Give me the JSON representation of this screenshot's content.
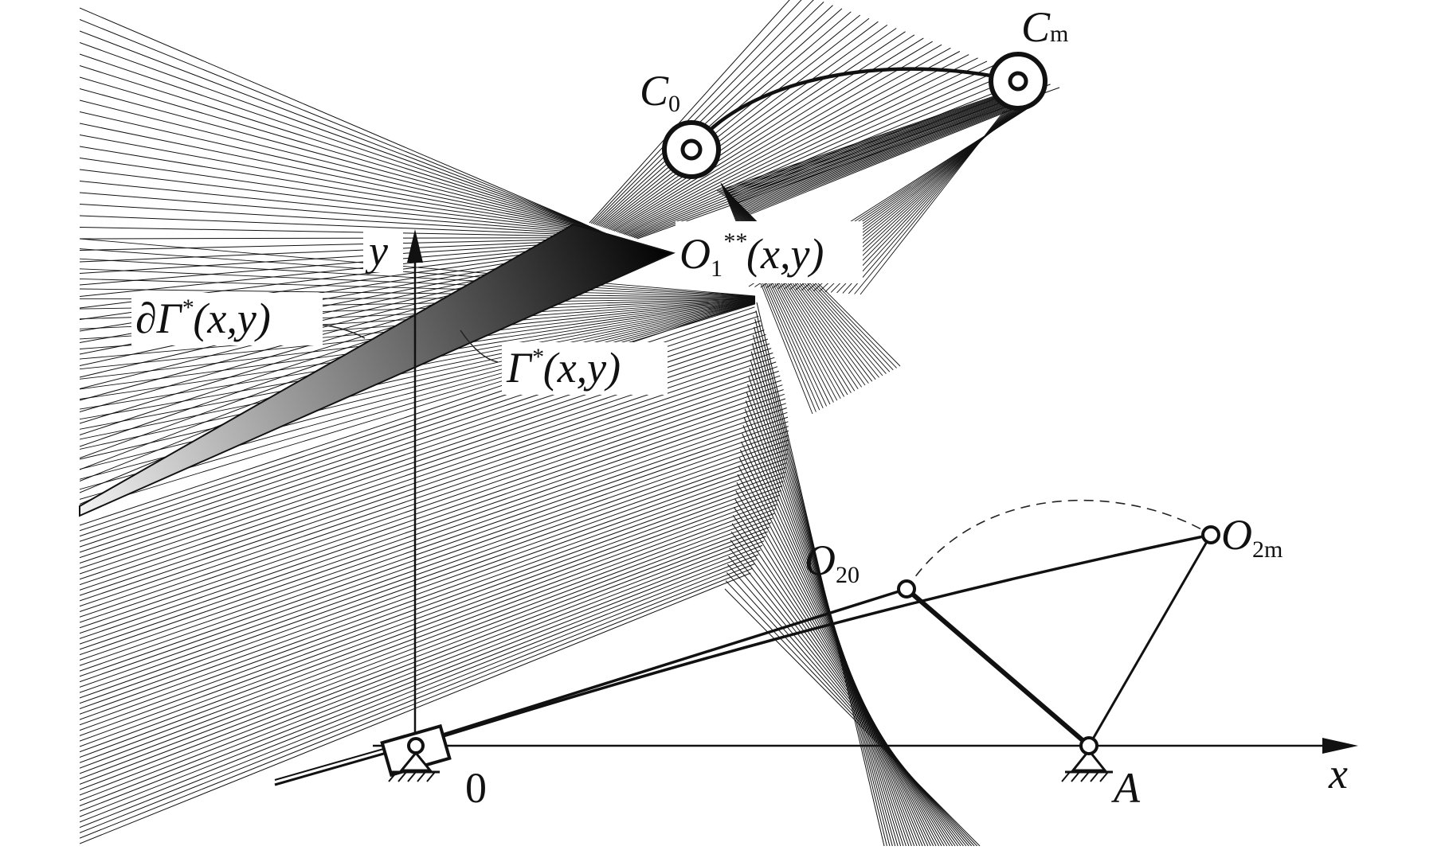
{
  "labels": {
    "c0": {
      "main": "C",
      "sub": "0"
    },
    "cm": {
      "main": "C",
      "sub": "m"
    },
    "y_axis": "y",
    "x_axis": "x",
    "origin": "0",
    "a": "A",
    "o1": {
      "main": "O",
      "sub": "1",
      "sup": "**",
      "args": "(x,y)"
    },
    "boundary": {
      "prefix": "∂Γ",
      "sup": "*",
      "args": "(x,y)"
    },
    "region": {
      "prefix": "Γ",
      "sup": "*",
      "args": "(x,y)"
    },
    "o20": {
      "main": "O",
      "sub": "20"
    },
    "o2m": {
      "main": "O",
      "sub": "2m"
    }
  },
  "colors": {
    "ink": "#111111",
    "background": "#ffffff",
    "shade_dark": "#000000",
    "shade_light": "#f2f2f2"
  }
}
